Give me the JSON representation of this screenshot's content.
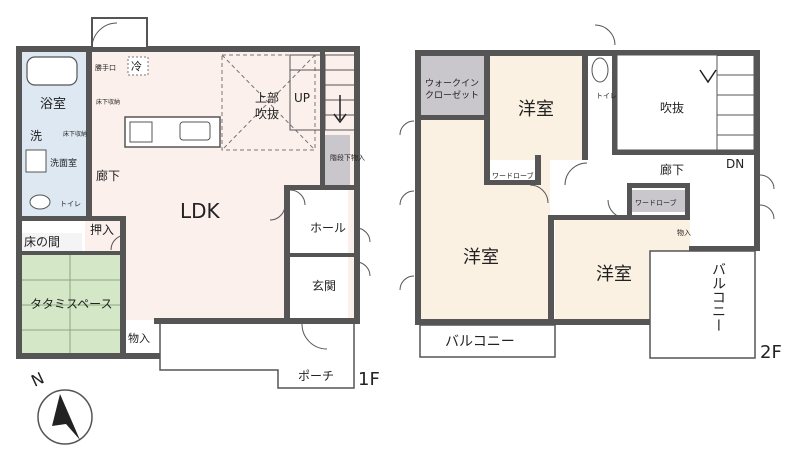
{
  "colors": {
    "wall": "#555555",
    "ldk_floor": "#fbf0ec",
    "western_floor": "#fbf1e3",
    "tatami": "#d4e8c8",
    "wet_area": "#dde8f3",
    "storage": "#c9c6cc",
    "hall_floor": "#ffffff"
  },
  "floor1": {
    "label": "1F",
    "rooms": {
      "bath": "浴室",
      "wash": "洗",
      "washroom": "洗面室",
      "toilet": "トイレ",
      "hallway": "廊下",
      "ldk": "LDK",
      "fukinuke": "吹抜",
      "upper": "上部",
      "up": "UP",
      "hall": "ホール",
      "entrance": "玄関",
      "tokonoma": "床の間",
      "oshiire": "押入",
      "tatami": "タタミスペース",
      "storage": "物入",
      "porch": "ポーチ",
      "fridge": "冷",
      "handwash": "勝手口",
      "underfloor1": "床下収納",
      "underfloor2": "床下収納",
      "stair_storage": "階段下物入"
    }
  },
  "floor2": {
    "label": "2F",
    "rooms": {
      "walkin": "ウォークインクローゼット",
      "western1": "洋室",
      "western2": "洋室",
      "western3": "洋室",
      "wardrobe1": "ワードローブ",
      "wardrobe2": "ワードローブ",
      "fukinuke": "吹抜",
      "hallway": "廊下",
      "dn": "DN",
      "toilet": "トイレ",
      "storage": "物入",
      "balcony1": "バルコニー",
      "balcony2": "バルコニー"
    }
  },
  "compass": {
    "north": "N"
  }
}
